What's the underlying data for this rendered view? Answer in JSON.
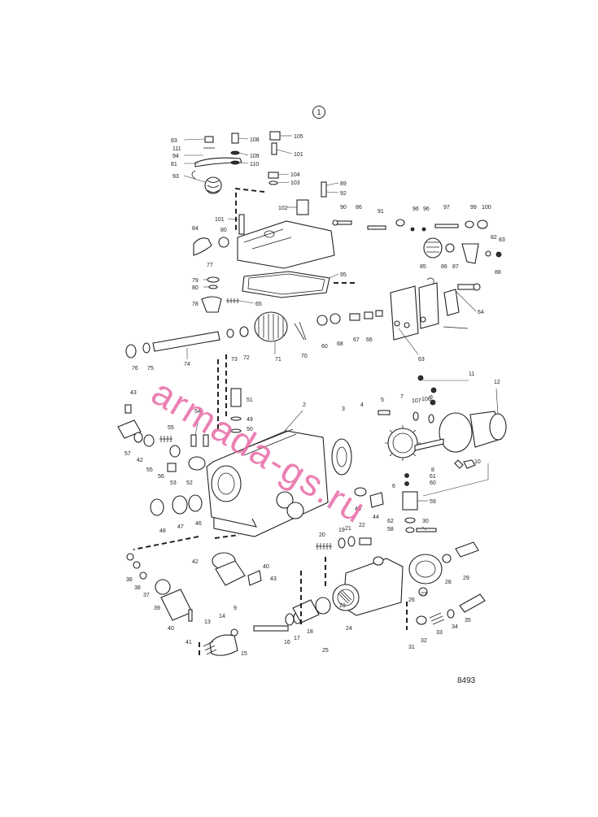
{
  "figure": {
    "number": "1",
    "drawing_no": "8493"
  },
  "watermark": {
    "text": "armada-gs.ru",
    "color": "#e86aa6"
  },
  "callouts": [
    {
      "id": "c83",
      "text": "83"
    },
    {
      "id": "c111",
      "text": "111"
    },
    {
      "id": "c94",
      "text": "94"
    },
    {
      "id": "c81",
      "text": "81"
    },
    {
      "id": "c93",
      "text": "93"
    },
    {
      "id": "c108",
      "text": "108"
    },
    {
      "id": "c109",
      "text": "109"
    },
    {
      "id": "c110",
      "text": "110"
    },
    {
      "id": "c105",
      "text": "105"
    },
    {
      "id": "c101a",
      "text": "101"
    },
    {
      "id": "c104",
      "text": "104"
    },
    {
      "id": "c103",
      "text": "103"
    },
    {
      "id": "c89",
      "text": "89"
    },
    {
      "id": "c92",
      "text": "92"
    },
    {
      "id": "c102",
      "text": "102"
    },
    {
      "id": "c101b",
      "text": "101"
    },
    {
      "id": "c84",
      "text": "84"
    },
    {
      "id": "c80",
      "text": "80"
    },
    {
      "id": "c77",
      "text": "77"
    },
    {
      "id": "c90",
      "text": "90"
    },
    {
      "id": "c86a",
      "text": "86"
    },
    {
      "id": "c91",
      "text": "91"
    },
    {
      "id": "c96a",
      "text": "96"
    },
    {
      "id": "c96b",
      "text": "96"
    },
    {
      "id": "c97",
      "text": "97"
    },
    {
      "id": "c99",
      "text": "99"
    },
    {
      "id": "c100",
      "text": "100"
    },
    {
      "id": "c82",
      "text": "82"
    },
    {
      "id": "c83b",
      "text": "83"
    },
    {
      "id": "c85",
      "text": "85"
    },
    {
      "id": "c86b",
      "text": "86"
    },
    {
      "id": "c87",
      "text": "87"
    },
    {
      "id": "c88",
      "text": "88"
    },
    {
      "id": "c95",
      "text": "95"
    },
    {
      "id": "c79",
      "text": "79"
    },
    {
      "id": "c80b",
      "text": "80"
    },
    {
      "id": "c78",
      "text": "78"
    },
    {
      "id": "c65",
      "text": "65"
    },
    {
      "id": "c64",
      "text": "64"
    },
    {
      "id": "c76",
      "text": "76"
    },
    {
      "id": "c75",
      "text": "75"
    },
    {
      "id": "c74",
      "text": "74"
    },
    {
      "id": "c73",
      "text": "73"
    },
    {
      "id": "c72",
      "text": "72"
    },
    {
      "id": "c71",
      "text": "71"
    },
    {
      "id": "c70",
      "text": "70"
    },
    {
      "id": "c60",
      "text": "60"
    },
    {
      "id": "c68",
      "text": "68"
    },
    {
      "id": "c67",
      "text": "67"
    },
    {
      "id": "c66",
      "text": "66"
    },
    {
      "id": "c63",
      "text": "63"
    },
    {
      "id": "c11",
      "text": "11"
    },
    {
      "id": "c12",
      "text": "12"
    },
    {
      "id": "c43a",
      "text": "43"
    },
    {
      "id": "c51",
      "text": "51"
    },
    {
      "id": "c49",
      "text": "49"
    },
    {
      "id": "c50",
      "text": "50"
    },
    {
      "id": "c2",
      "text": "2"
    },
    {
      "id": "c3",
      "text": "3"
    },
    {
      "id": "c4",
      "text": "4"
    },
    {
      "id": "c5",
      "text": "5"
    },
    {
      "id": "c7",
      "text": "7"
    },
    {
      "id": "c107",
      "text": "107"
    },
    {
      "id": "c106",
      "text": "106"
    },
    {
      "id": "c9a",
      "text": "9"
    },
    {
      "id": "c8",
      "text": "8"
    },
    {
      "id": "c10",
      "text": "10"
    },
    {
      "id": "c54",
      "text": "54"
    },
    {
      "id": "c55a",
      "text": "55"
    },
    {
      "id": "c57",
      "text": "57"
    },
    {
      "id": "c42a",
      "text": "42"
    },
    {
      "id": "c55b",
      "text": "55"
    },
    {
      "id": "c56",
      "text": "56"
    },
    {
      "id": "c53",
      "text": "53"
    },
    {
      "id": "c52",
      "text": "52"
    },
    {
      "id": "c6",
      "text": "6"
    },
    {
      "id": "c61",
      "text": "61"
    },
    {
      "id": "c60b",
      "text": "60"
    },
    {
      "id": "c59",
      "text": "59"
    },
    {
      "id": "c45",
      "text": "45"
    },
    {
      "id": "c44",
      "text": "44"
    },
    {
      "id": "c48",
      "text": "48"
    },
    {
      "id": "c47",
      "text": "47"
    },
    {
      "id": "c46",
      "text": "46"
    },
    {
      "id": "c62",
      "text": "62"
    },
    {
      "id": "c58",
      "text": "58"
    },
    {
      "id": "c30",
      "text": "30"
    },
    {
      "id": "c20",
      "text": "20"
    },
    {
      "id": "c19",
      "text": "19"
    },
    {
      "id": "c21",
      "text": "21"
    },
    {
      "id": "c22",
      "text": "22"
    },
    {
      "id": "c42b",
      "text": "42"
    },
    {
      "id": "c40a",
      "text": "40"
    },
    {
      "id": "c43b",
      "text": "43"
    },
    {
      "id": "c36",
      "text": "36"
    },
    {
      "id": "c38",
      "text": "38"
    },
    {
      "id": "c37",
      "text": "37"
    },
    {
      "id": "c39",
      "text": "39"
    },
    {
      "id": "c40b",
      "text": "40"
    },
    {
      "id": "c41",
      "text": "41"
    },
    {
      "id": "c26",
      "text": "26"
    },
    {
      "id": "c27",
      "text": "27"
    },
    {
      "id": "c28",
      "text": "28"
    },
    {
      "id": "c29",
      "text": "29"
    },
    {
      "id": "c23",
      "text": "23"
    },
    {
      "id": "c24",
      "text": "24"
    },
    {
      "id": "c9b",
      "text": "9"
    },
    {
      "id": "c14",
      "text": "14"
    },
    {
      "id": "c13",
      "text": "13"
    },
    {
      "id": "c15",
      "text": "15"
    },
    {
      "id": "c16",
      "text": "16"
    },
    {
      "id": "c17",
      "text": "17"
    },
    {
      "id": "c18",
      "text": "18"
    },
    {
      "id": "c25",
      "text": "25"
    },
    {
      "id": "c31",
      "text": "31"
    },
    {
      "id": "c32",
      "text": "32"
    },
    {
      "id": "c33",
      "text": "33"
    },
    {
      "id": "c34",
      "text": "34"
    },
    {
      "id": "c35",
      "text": "35"
    }
  ]
}
